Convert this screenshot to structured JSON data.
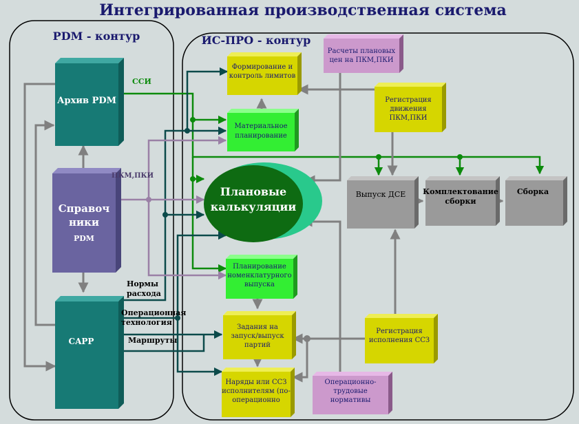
{
  "title": "Интегрированная производственная система",
  "contours": {
    "pdm": "PDM - контур",
    "ispro": "ИС-ПРО - контур"
  },
  "blocks": {
    "archive_pdm": "Архив PDM",
    "reference": [
      "Справоч",
      "ники"
    ],
    "reference_sub": "PDM",
    "capp": "CAPP",
    "limits": [
      "Формирование и",
      "контроль лимитов"
    ],
    "material_planning": [
      "Материальное",
      "планирование"
    ],
    "planned_costing": [
      "Плановые",
      "калькуляции"
    ],
    "nomenclature_planning": [
      "Планирование",
      "номенклатурного",
      "выпуска"
    ],
    "batch_tasks": [
      "Задания на",
      "запуск/выпуск",
      "партий"
    ],
    "work_orders": [
      "Наряды или ССЗ",
      "исполнителям (по-",
      "операционно"
    ],
    "planned_prices": [
      "Расчеты плановых",
      "цен на ПКМ,ПКИ"
    ],
    "movement_registration": [
      "Регистрация",
      "движения",
      "ПКМ,ПКИ"
    ],
    "parts_output": "Выпуск ДСЕ",
    "assembly_kitting": [
      "Комплектование",
      "сборки"
    ],
    "assembly": "Сборка",
    "execution_registration": [
      "Регистрация",
      "исполнения ССЗ"
    ],
    "labor_norms": [
      "Операционно-",
      "трудовые",
      "нормативы"
    ]
  },
  "labels": {
    "ssi": "ССИ",
    "pkm_pki": "ПКМ,ПКИ",
    "consumption_norms": [
      "Нормы",
      "расхода"
    ],
    "operation_technology": [
      "Операционная",
      "технология"
    ],
    "routes": "Маршруты"
  },
  "colors": {
    "title": "#1a1a6e",
    "teal": "#177a75",
    "purple": "#6a64a0",
    "yellow": "#d6d600",
    "green": "#33ee33",
    "dark_green": "#0e6b12",
    "pink": "#cc99cc",
    "gray": "#9a9a9a",
    "line_gray": "#808080",
    "line_green": "#0c8a0c",
    "line_dark": "#0b4a4a",
    "line_purple": "#9a80a6"
  }
}
